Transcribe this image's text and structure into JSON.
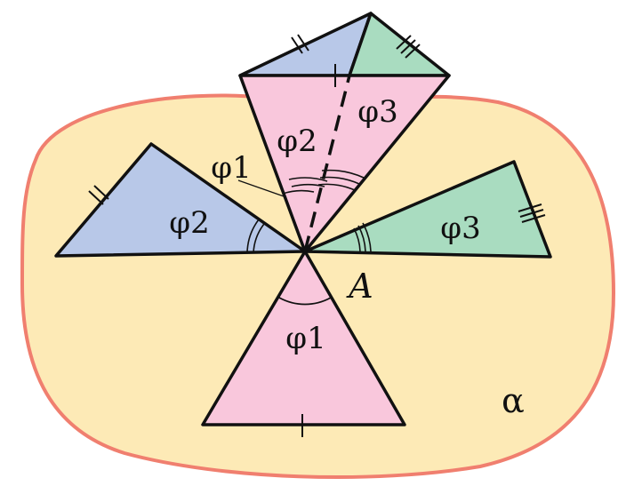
{
  "diagram": {
    "plane_label": "α",
    "vertex_label": "A",
    "angle_labels": {
      "bottom": "φ1",
      "left": "φ2",
      "right": "φ3",
      "top_pink": "φ2",
      "top_green": "φ3",
      "pointer": "φ1"
    }
  },
  "colors": {
    "plane_fill": "#fdeab6",
    "plane_stroke": "#f07f6f",
    "pink": "#f9c7dc",
    "blue": "#b8c8e8",
    "green": "#a9dcc0",
    "line": "#111111"
  }
}
